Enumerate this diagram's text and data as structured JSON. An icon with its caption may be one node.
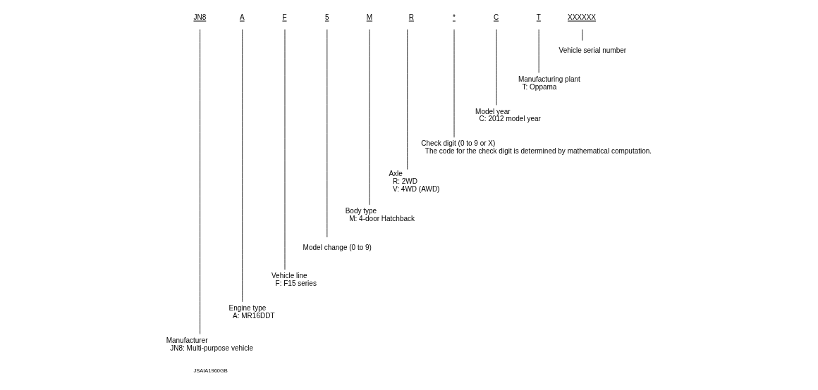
{
  "diagram": {
    "nodes": [
      {
        "text": [
          "JN8"
        ]
      },
      {
        "text": [
          "A"
        ]
      },
      {
        "text": [
          "F"
        ]
      },
      {
        "text": [
          "5"
        ]
      },
      {
        "text": [
          "M"
        ]
      },
      {
        "text": [
          "R"
        ]
      },
      {
        "text": [
          "*"
        ]
      },
      {
        "text": [
          "C"
        ]
      },
      {
        "text": [
          "T"
        ]
      },
      {
        "text": [
          "XXXXXX"
        ]
      },
      {
        "text": [
          "Vehicle serial number"
        ]
      },
      {
        "text": [
          "Manufacturing plant",
          "T: Oppama"
        ]
      },
      {
        "text": [
          "Model year",
          "C: 2012 model year"
        ]
      },
      {
        "text": [
          "Check digit (0 to 9 or X)",
          "The code for the check digit is determined by mathematical computation."
        ]
      },
      {
        "text": [
          "Axle",
          "R: 2WD",
          "V: 4WD (AWD)"
        ]
      },
      {
        "text": [
          "Body type",
          "M: 4-door Hatchback"
        ]
      },
      {
        "text": [
          "Model change (0 to 9)"
        ]
      },
      {
        "text": [
          "Vehicle line",
          "F: F15 series"
        ]
      },
      {
        "text": [
          "Engine type",
          "A: MR16DDT"
        ]
      },
      {
        "text": [
          "Manufacturer",
          "JN8: Multi-purpose vehicle"
        ]
      }
    ],
    "edges": [
      {
        "from": 0,
        "to": 19,
        "arrow": "none"
      },
      {
        "from": 1,
        "to": 18,
        "arrow": "none"
      },
      {
        "from": 2,
        "to": 17,
        "arrow": "none"
      },
      {
        "from": 3,
        "to": 16,
        "arrow": "none"
      },
      {
        "from": 4,
        "to": 15,
        "arrow": "none"
      },
      {
        "from": 5,
        "to": 14,
        "arrow": "none"
      },
      {
        "from": 6,
        "to": 13,
        "arrow": "none"
      },
      {
        "from": 7,
        "to": 12,
        "arrow": "none"
      },
      {
        "from": 8,
        "to": 11,
        "arrow": "none"
      },
      {
        "from": 9,
        "to": 10,
        "arrow": "none"
      }
    ],
    "labels": [
      "JSAIA1960GB"
    ]
  }
}
